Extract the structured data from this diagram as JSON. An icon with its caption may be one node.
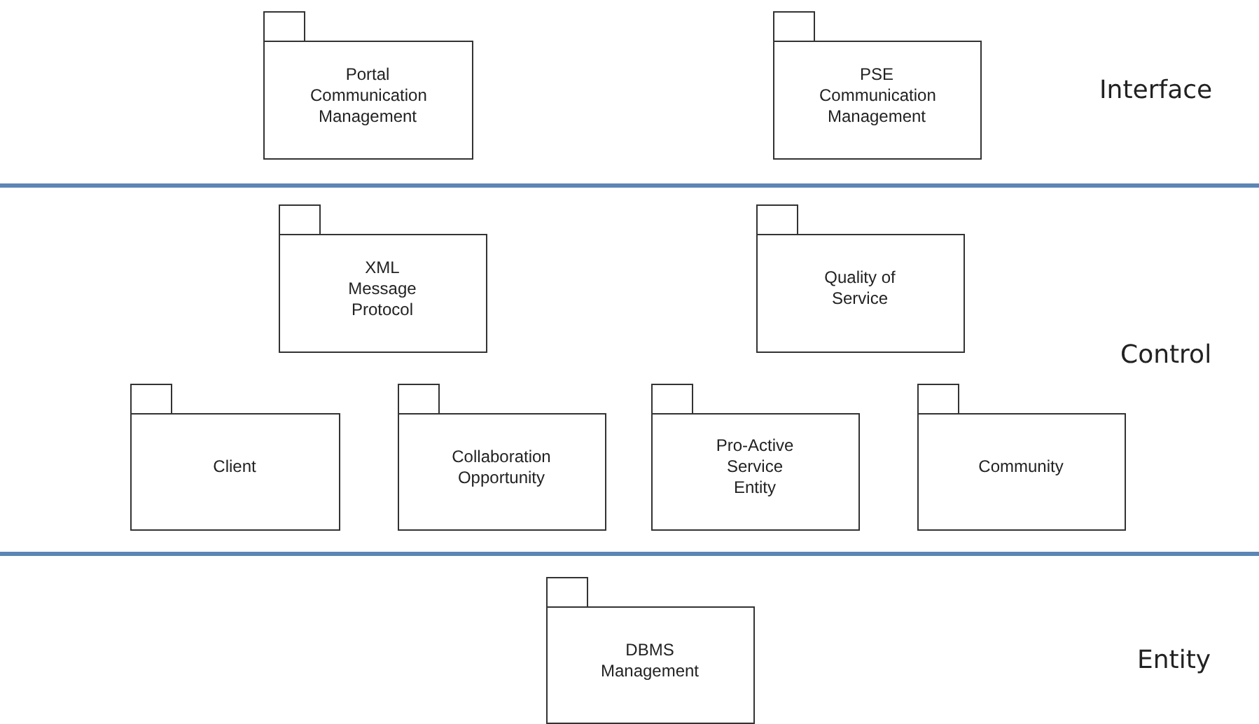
{
  "diagram": {
    "nodes": [
      {
        "text": [
          "Portal Communication Management"
        ]
      },
      {
        "text": [
          "PSE Communication Management"
        ]
      },
      {
        "text": [
          "XML Message Protocol"
        ]
      },
      {
        "text": [
          "Quality of Service"
        ]
      },
      {
        "text": [
          "Client"
        ]
      },
      {
        "text": [
          "Collaboration Opportunity"
        ]
      },
      {
        "text": [
          "Pro-Active Service Entity"
        ]
      },
      {
        "text": [
          "Community"
        ]
      },
      {
        "text": [
          "DBMS Management"
        ]
      }
    ],
    "labels": [
      "Interface",
      "Control",
      "Entity"
    ]
  }
}
